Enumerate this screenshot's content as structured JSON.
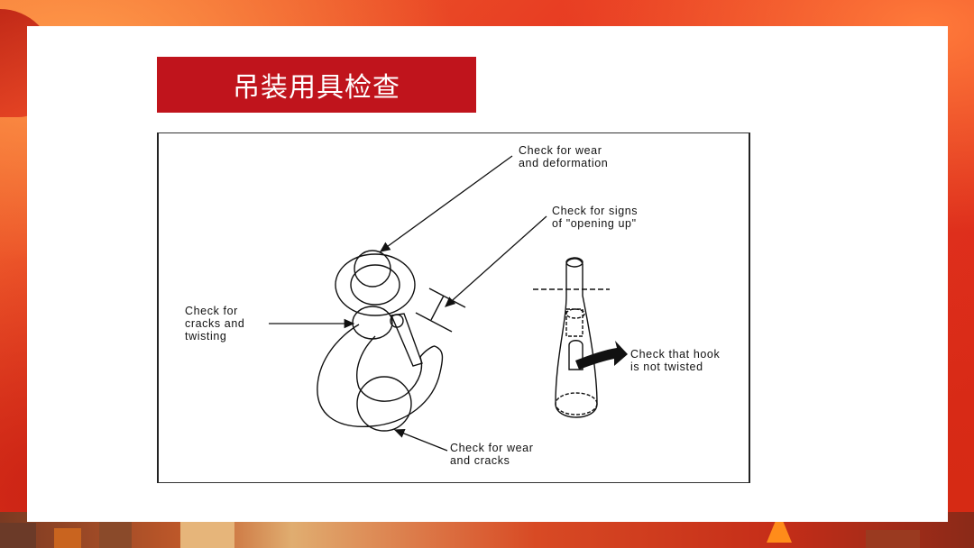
{
  "slide": {
    "title": "吊装用具检查"
  },
  "diagram": {
    "labels": {
      "wear_deformation": "Check for wear\nand deformation",
      "opening_up": "Check for signs\nof \"opening up\"",
      "cracks_twisting": "Check for\ncracks and\ntwisting",
      "hook_not_twisted": "Check that hook\nis not twisted",
      "wear_cracks": "Check for wear\nand cracks"
    }
  },
  "colors": {
    "title_bar": "#c0141c",
    "card": "#ffffff",
    "background": "#e73b22"
  }
}
